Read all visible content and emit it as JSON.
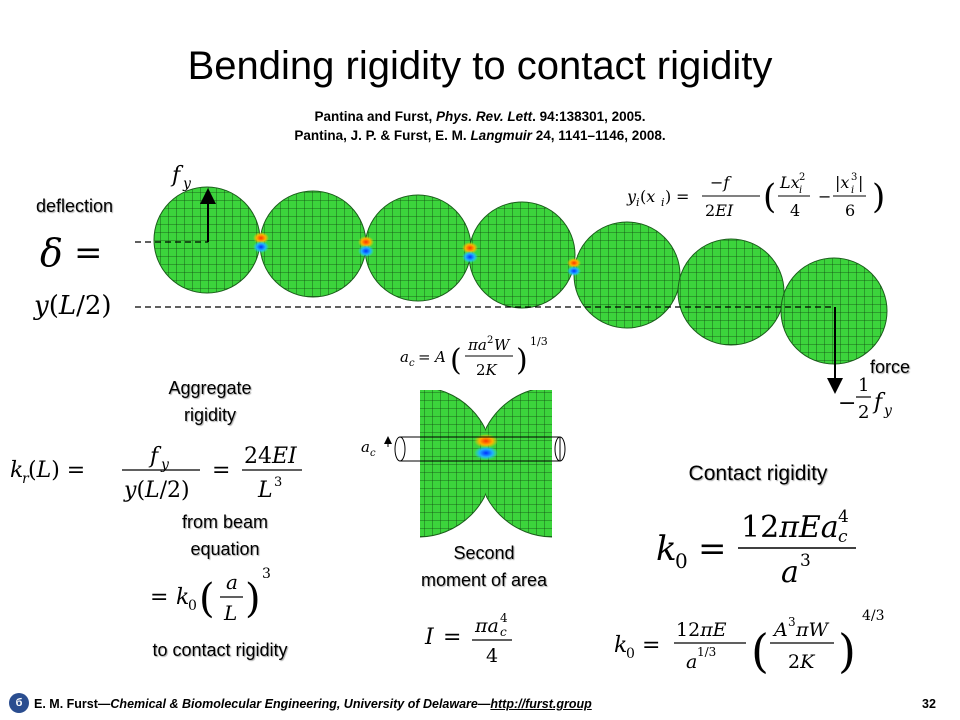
{
  "slide": {
    "title": "Bending rigidity to contact rigidity",
    "ref1": {
      "authors": "Pantina and Furst, ",
      "journal": "Phys. Rev. Lett",
      "rest": ". 94:138301, 2005."
    },
    "ref2": {
      "authors": "Pantina, J. P. & Furst, E. M. ",
      "journal": "Langmuir",
      "rest": " 24, 1141–1146, 2008."
    },
    "labels": {
      "deflection": "deflection",
      "force": "force",
      "aggregate_rigidity_line1": "Aggregate",
      "aggregate_rigidity_line2": "rigidity",
      "from_beam_line1": "from beam",
      "from_beam_line2": "equation",
      "to_contact": "to contact rigidity",
      "second_moment_line1": "Second",
      "second_moment_line2": "moment of area",
      "contact_rigidity": "Contact rigidity"
    },
    "colors": {
      "particle_green": "#39d239",
      "mesh": "#0f3f0f",
      "stress_hot": "#ff8a00",
      "stress_cold": "#1e90ff",
      "footer_blue": "#2a4d8f"
    }
  },
  "footer": {
    "author": "E. M. Furst",
    "dash1": "—",
    "affiliation": "Chemical & Biomolecular Engineering, University of Delaware",
    "dash2": "—",
    "url": "http://furst.group",
    "page": "32",
    "logo_glyph": "б"
  }
}
